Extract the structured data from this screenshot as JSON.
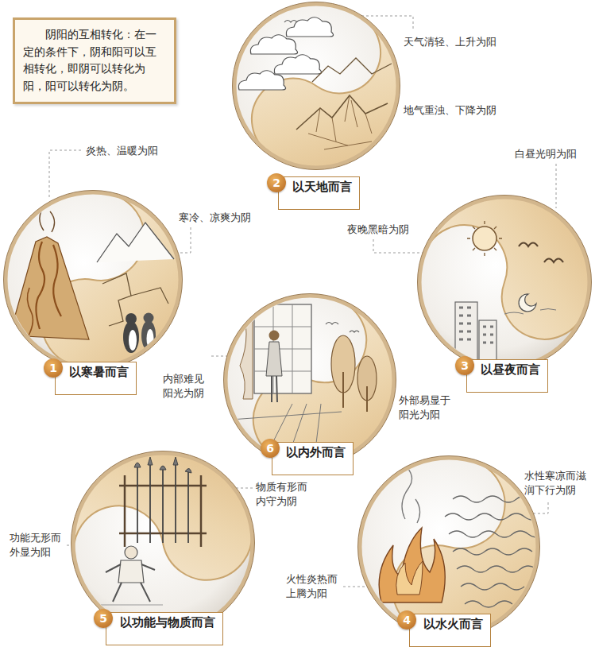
{
  "diagram": {
    "nodes": [
      {
        "text": [
          "阴阳的互相转化：在一定的条件下，阴和阳可以互相转化，即阴可以转化为阳，阳可以转化为阴。"
        ]
      },
      {
        "text": [
          "以天地而言"
        ]
      },
      {
        "text": [
          "以寒暑而言"
        ]
      },
      {
        "text": [
          "以昼夜而言"
        ]
      },
      {
        "text": [
          "以内外而言"
        ]
      },
      {
        "text": [
          "以功能与物质而言"
        ]
      },
      {
        "text": [
          "以水火而言"
        ]
      }
    ],
    "labels": [
      "天气清轻、上升为阳",
      "地气重浊、下降为阴",
      "炎热、温暖为阳",
      "寒冷、凉爽为阴",
      "白昼光明为阳",
      "夜晚黑暗为阴",
      "内部难见 阳光为阴",
      "外部易显于 阳光为阳",
      "物质有形而 内守为阴",
      "功能无形而 外显为阳",
      "水性寒凉而滋 润下行为阴",
      "火性炎热而 上腾为阳",
      "2",
      "1",
      "3",
      "6",
      "5",
      "4"
    ]
  }
}
